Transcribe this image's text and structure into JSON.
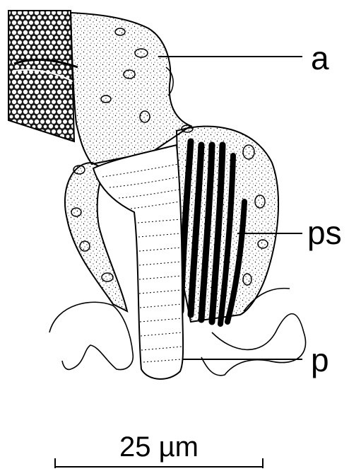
{
  "labels": {
    "a": "a",
    "ps": "ps",
    "p": "p"
  },
  "scale_bar": {
    "text": "25 µm"
  },
  "colors": {
    "ink": "#000000",
    "background": "#ffffff"
  }
}
